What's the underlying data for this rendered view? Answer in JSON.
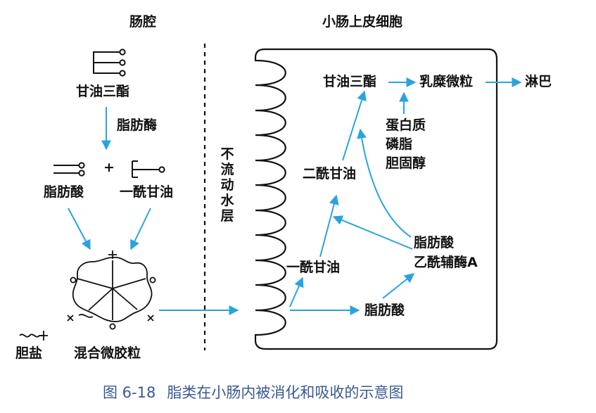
{
  "headings": {
    "lumen": "肠腔",
    "cell": "小肠上皮细胞"
  },
  "lumen_side": {
    "triglyceride": "甘油三酯",
    "lipase": "脂肪酶",
    "fatty_acid": "脂肪酸",
    "plus": "+",
    "monoglyceride": "一酰甘油",
    "bile_salt": "胆盐",
    "mixed_micelle": "混合微胶粒"
  },
  "unstirred_layer": "不流动水层",
  "cell_side": {
    "triglyceride": "甘油三酯",
    "chylomicron": "乳糜微粒",
    "lymph": "淋巴",
    "protein": "蛋白质",
    "phospholipid": "磷脂",
    "cholesterol": "胆固醇",
    "diglyceride": "二酰甘油",
    "monoglyceride": "一酰甘油",
    "fatty_acid": "脂肪酸",
    "fatty_acid_2": "脂肪酸",
    "acyl_coa": "乙酰辅酶A"
  },
  "caption": {
    "number": "图 6-18",
    "text": "脂类在小肠内被消化和吸收的示意图"
  },
  "colors": {
    "arrow": "#29a3df",
    "caption": "#3a5a8f"
  }
}
